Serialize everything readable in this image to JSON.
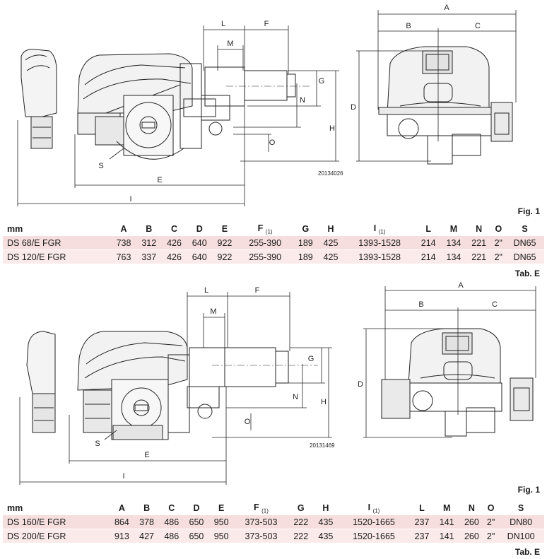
{
  "figure1": {
    "drawing_code": "20134026",
    "fig_label": "Fig. 1",
    "tab_label": "Tab. E",
    "dim_letters": {
      "A": "A",
      "B": "B",
      "C": "C",
      "D": "D",
      "E": "E",
      "F": "F",
      "G": "G",
      "H": "H",
      "I": "I",
      "L": "L",
      "M": "M",
      "N": "N",
      "O": "O",
      "S": "S"
    }
  },
  "figure2": {
    "drawing_code": "20131469",
    "fig_label": "Fig. 1",
    "tab_label": "Tab. E",
    "dim_letters": {
      "A": "A",
      "B": "B",
      "C": "C",
      "D": "D",
      "E": "E",
      "F": "F",
      "G": "G",
      "H": "H",
      "I": "I",
      "L": "L",
      "M": "M",
      "N": "N",
      "O": "O",
      "S": "S"
    }
  },
  "table_headers": [
    {
      "label": "mm",
      "sub": ""
    },
    {
      "label": "A",
      "sub": ""
    },
    {
      "label": "B",
      "sub": ""
    },
    {
      "label": "C",
      "sub": ""
    },
    {
      "label": "D",
      "sub": ""
    },
    {
      "label": "E",
      "sub": ""
    },
    {
      "label": "F",
      "sub": "(1)"
    },
    {
      "label": "G",
      "sub": ""
    },
    {
      "label": "H",
      "sub": ""
    },
    {
      "label": "I",
      "sub": "(1)"
    },
    {
      "label": "L",
      "sub": ""
    },
    {
      "label": "M",
      "sub": ""
    },
    {
      "label": "N",
      "sub": ""
    },
    {
      "label": "O",
      "sub": ""
    },
    {
      "label": "S",
      "sub": ""
    }
  ],
  "table1": {
    "rows": [
      [
        "DS 68/E FGR",
        "738",
        "312",
        "426",
        "640",
        "922",
        "255-390",
        "189",
        "425",
        "1393-1528",
        "214",
        "134",
        "221",
        "2\"",
        "DN65"
      ],
      [
        "DS 120/E FGR",
        "763",
        "337",
        "426",
        "640",
        "922",
        "255-390",
        "189",
        "425",
        "1393-1528",
        "214",
        "134",
        "221",
        "2\"",
        "DN65"
      ]
    ]
  },
  "table2": {
    "rows": [
      [
        "DS 160/E FGR",
        "864",
        "378",
        "486",
        "650",
        "950",
        "373-503",
        "222",
        "435",
        "1520-1665",
        "237",
        "141",
        "260",
        "2\"",
        "DN80"
      ],
      [
        "DS 200/E FGR",
        "913",
        "427",
        "486",
        "650",
        "950",
        "373-503",
        "222",
        "435",
        "1520-1665",
        "237",
        "141",
        "260",
        "2\"",
        "DN100"
      ]
    ]
  }
}
